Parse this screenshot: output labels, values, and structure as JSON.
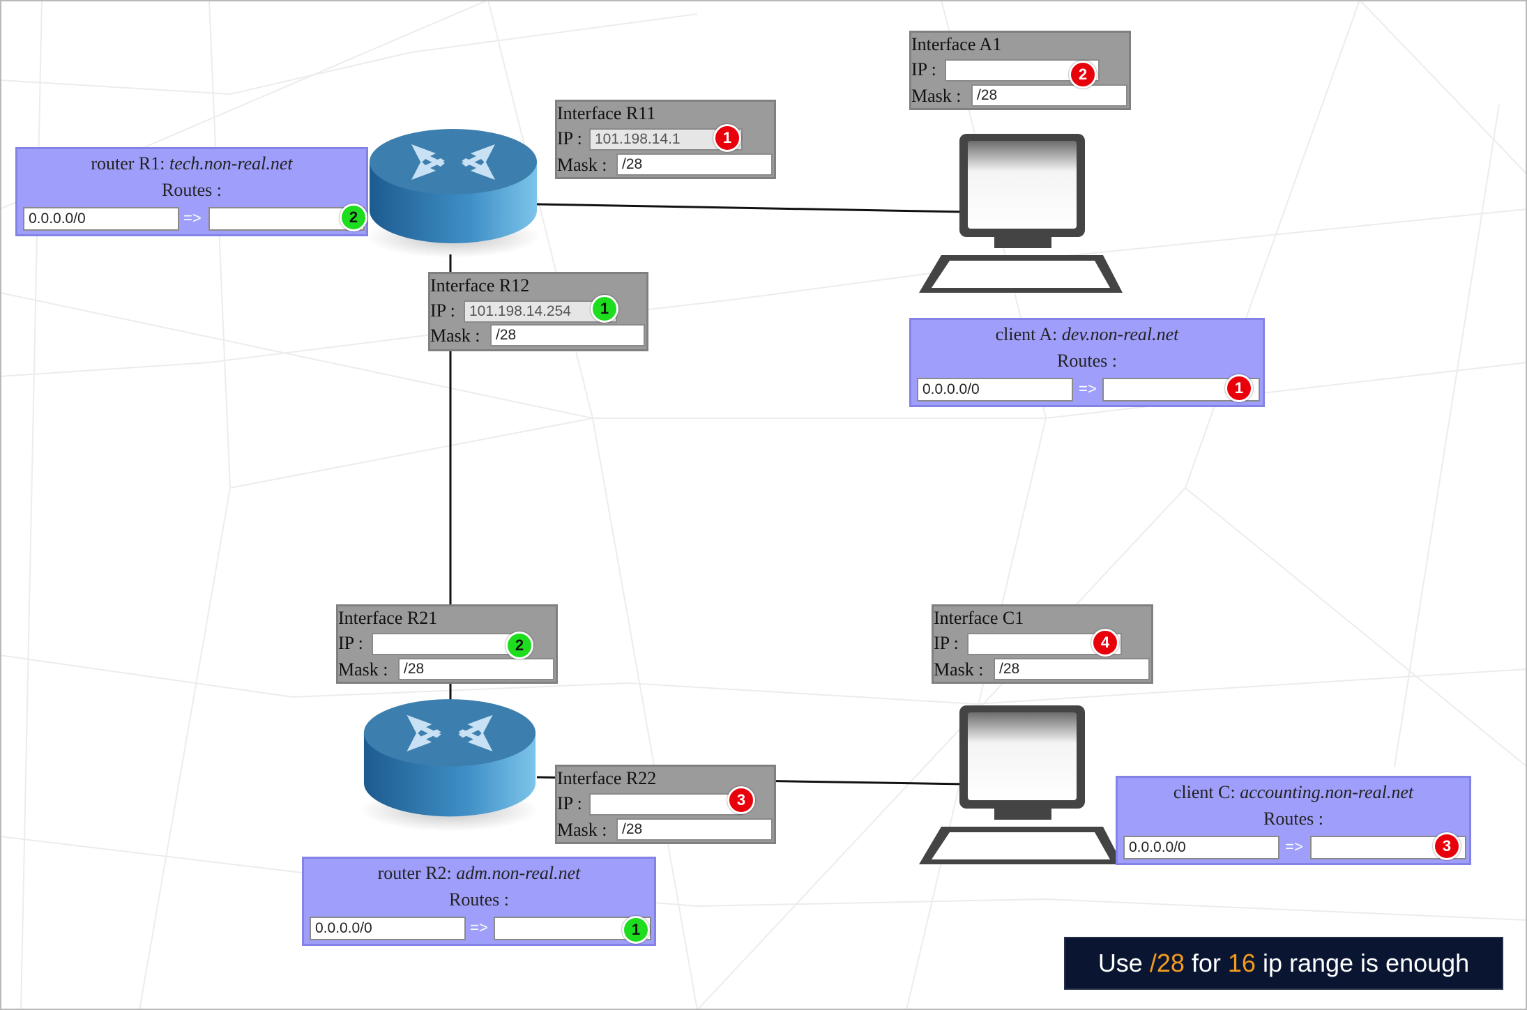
{
  "interfaces": {
    "r11": {
      "title": "Interface R11",
      "ip_label": "IP :",
      "ip_value": "101.198.14.1",
      "mask_label": "Mask :",
      "mask_value": "/28",
      "badge": "1"
    },
    "r12": {
      "title": "Interface R12",
      "ip_label": "IP :",
      "ip_value": "101.198.14.254",
      "mask_label": "Mask :",
      "mask_value": "/28",
      "badge": "1"
    },
    "a1": {
      "title": "Interface A1",
      "ip_label": "IP :",
      "ip_value": "",
      "mask_label": "Mask :",
      "mask_value": "/28",
      "badge": "2"
    },
    "r21": {
      "title": "Interface R21",
      "ip_label": "IP :",
      "ip_value": "",
      "mask_label": "Mask :",
      "mask_value": "/28",
      "badge": "2"
    },
    "c1": {
      "title": "Interface C1",
      "ip_label": "IP :",
      "ip_value": "",
      "mask_label": "Mask :",
      "mask_value": "/28",
      "badge": "4"
    },
    "r22": {
      "title": "Interface R22",
      "ip_label": "IP :",
      "ip_value": "",
      "mask_label": "Mask :",
      "mask_value": "/28",
      "badge": "3"
    }
  },
  "nodes": {
    "router_r1": {
      "prefix": "router R1: ",
      "host": "tech.non-real.net",
      "routes_label": "Routes :",
      "dest": "0.0.0.0/0",
      "arrow": "=>",
      "gateway": "",
      "badge": "2"
    },
    "client_a": {
      "prefix": "client A: ",
      "host": "dev.non-real.net",
      "routes_label": "Routes :",
      "dest": "0.0.0.0/0",
      "arrow": "=>",
      "gateway": "",
      "badge": "1"
    },
    "router_r2": {
      "prefix": "router R2: ",
      "host": "adm.non-real.net",
      "routes_label": "Routes :",
      "dest": "0.0.0.0/0",
      "arrow": "=>",
      "gateway": "",
      "badge": "1"
    },
    "client_c": {
      "prefix": "client C: ",
      "host": "accounting.non-real.net",
      "routes_label": "Routes :",
      "dest": "0.0.0.0/0",
      "arrow": "=>",
      "gateway": "",
      "badge": "3"
    }
  },
  "banner": {
    "part1": "Use ",
    "mask": "/28",
    "part2": " for ",
    "count": "16",
    "part3": " ip range is enough"
  },
  "colors": {
    "badge_red": "#e8000b",
    "badge_green": "#1edc1e",
    "node_bg": "#9f9ffb",
    "interface_bg": "#9b9b9b",
    "banner_bg": "#0a1631",
    "banner_highlight": "#f39c1f"
  },
  "icons": {
    "router": "router-icon",
    "computer": "computer-icon"
  }
}
